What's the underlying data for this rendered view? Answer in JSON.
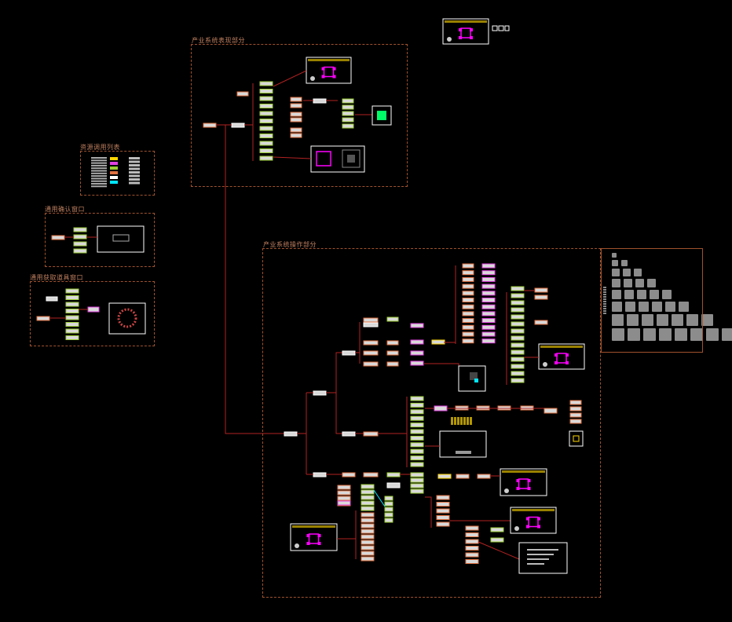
{
  "diagram": {
    "background": "#000000",
    "colors": {
      "frame": "#a0522d",
      "connector": "#b22222",
      "node_fill": "#d9d9d9",
      "node_border": "#e07040",
      "node_alt_border": "#9acd32",
      "node_magenta": "#e040e0",
      "thumb_border": "#ffffff",
      "thumb_magenta": "#ff00ff",
      "thumb_green": "#00ff66",
      "gray_tile": "#8c8c8c",
      "yellow": "#ffd700",
      "cyan": "#00e5ff"
    },
    "regions": {
      "display": {
        "label": "产业系统表现部分"
      },
      "operation": {
        "label": "产业系统操作部分"
      },
      "resource_legend": {
        "label": "资源调用列表"
      },
      "confirm_window": {
        "label": "通用确认窗口"
      },
      "tool_window": {
        "label": "通用获取道具窗口"
      }
    }
  }
}
